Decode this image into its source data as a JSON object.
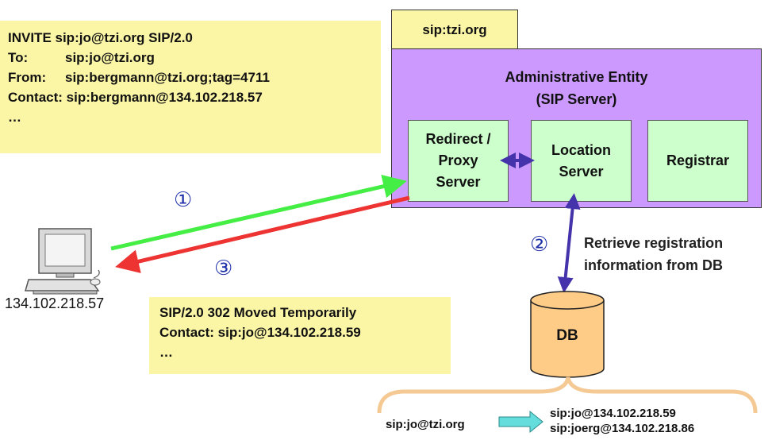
{
  "invite_message": {
    "line1": "INVITE sip:jo@tzi.org SIP/2.0",
    "to_label": "To:",
    "to_value": "sip:jo@tzi.org",
    "from_label": "From:",
    "from_value": "sip:bergmann@tzi.org;tag=4711",
    "contact": "Contact: sip:bergmann@134.102.218.57",
    "ellipsis": "…"
  },
  "domain_tab": "sip:tzi.org",
  "admin_entity": {
    "title_line1": "Administrative Entity",
    "title_line2": "(SIP Server)",
    "redirect_line1": "Redirect /",
    "redirect_line2": "Proxy",
    "redirect_line3": "Server",
    "location_line1": "Location",
    "location_line2": "Server",
    "registrar": "Registrar"
  },
  "steps": {
    "one": "①",
    "two": "②",
    "three": "③"
  },
  "retrieve": {
    "line1": "Retrieve registration",
    "line2": "information from DB"
  },
  "client": {
    "ip": "134.102.218.57"
  },
  "redirect_response": {
    "line1": "SIP/2.0 302 Moved Temporarily",
    "line2": "Contact: sip:jo@134.102.218.59",
    "ellipsis": "…"
  },
  "database": {
    "label": "DB"
  },
  "mapping": {
    "key": "sip:jo@tzi.org",
    "value1": "sip:jo@134.102.218.59",
    "value2": "sip:joerg@134.102.218.86"
  },
  "colors": {
    "note_fill": "#fbf5a6",
    "entity_fill": "#cc99ff",
    "server_box_fill": "#ccffcc",
    "request_arrow": "#44ee44",
    "response_arrow": "#ee3333",
    "db_link_arrow": "#4433aa",
    "db_fill": "#ffcc88",
    "brace": "#f5c993",
    "mapping_arrow": "#44cccc"
  }
}
